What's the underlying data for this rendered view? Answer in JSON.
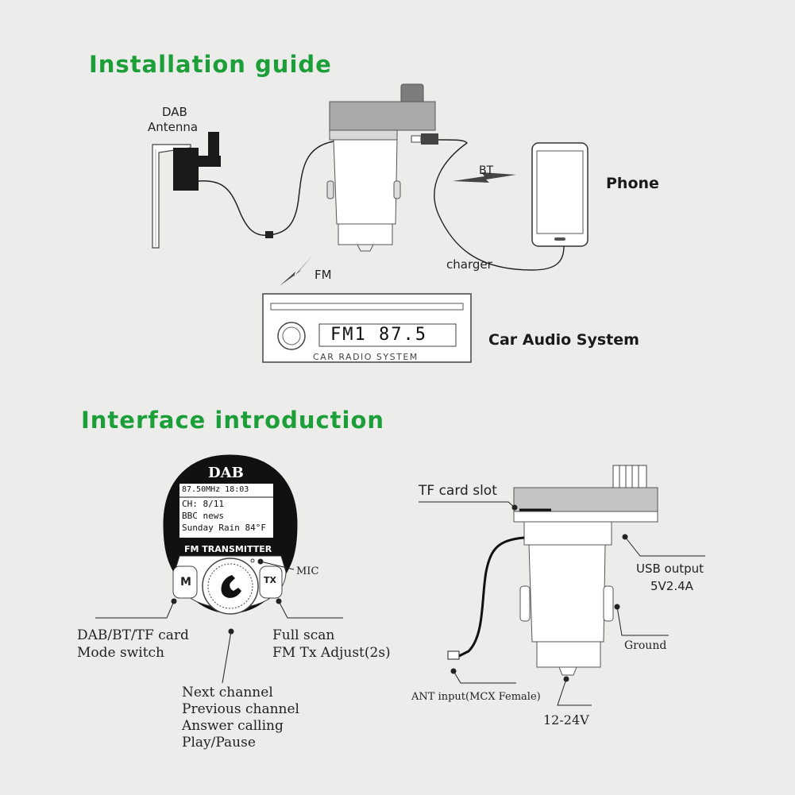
{
  "installation": {
    "title": "Installation guide",
    "dab_antenna": [
      "DAB",
      "Antenna"
    ],
    "bt": "BT",
    "phone": "Phone",
    "charger": "charger",
    "fm": "FM",
    "car_audio_system": "Car Audio System",
    "radio_display": "FM1 87.5",
    "radio_label": "CAR RADIO SYSTEM"
  },
  "interface": {
    "title": "Interface introduction",
    "front": {
      "brand": "DAB",
      "screen_lines": [
        "87.50MHz  18:03",
        "CH: 8/11",
        "BBC news",
        "Sunday Rain 84°F"
      ],
      "footer": "FM TRANSMITTER",
      "button_m": "M",
      "button_tx": "TX",
      "mic": "MIC",
      "mode_switch": [
        "DAB/BT/TF card",
        "Mode switch"
      ],
      "full_scan": [
        "Full scan",
        "FM Tx Adjust(2s)"
      ],
      "center_button": [
        "Next channel",
        "Previous channel",
        "Answer calling",
        "Play/Pause"
      ]
    },
    "side": {
      "tf_card_slot": "TF card slot",
      "usb_output": [
        "USB output",
        "5V2.4A"
      ],
      "ground": "Ground",
      "ant_input": "ANT input(MCX Female)",
      "voltage": "12-24V"
    }
  }
}
